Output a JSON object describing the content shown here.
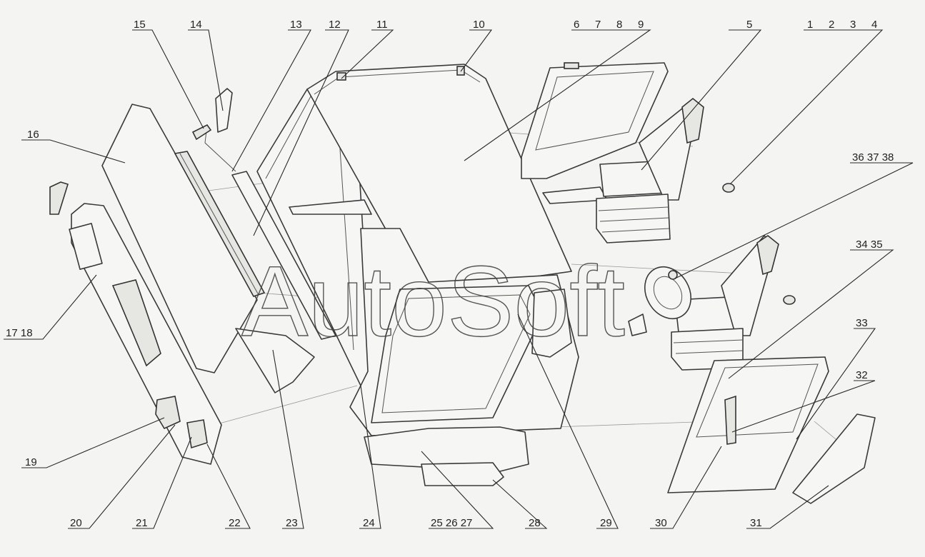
{
  "watermark": "AutoSoft",
  "labels": {
    "l1": "1",
    "l2": "2",
    "l3": "3",
    "l4": "4",
    "l5": "5",
    "l6": "6",
    "l7": "7",
    "l8": "8",
    "l9": "9",
    "l10": "10",
    "l11": "11",
    "l12": "12",
    "l13": "13",
    "l14": "14",
    "l15": "15",
    "l16": "16",
    "l17_18": "17 18",
    "l19": "19",
    "l20": "20",
    "l21": "21",
    "l22": "22",
    "l23": "23",
    "l24": "24",
    "l25_27": "25 26 27",
    "l28": "28",
    "l29": "29",
    "l30": "30",
    "l31": "31",
    "l32": "32",
    "l33": "33",
    "l34_35": "34 35",
    "l36_38": "36 37 38"
  }
}
